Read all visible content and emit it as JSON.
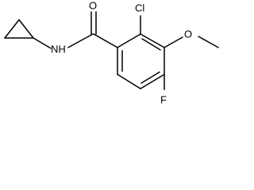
{
  "molecule": {
    "atoms": {
      "oxygen_carbonyl": "O",
      "nitrogen_amide": "NH",
      "chlorine": "Cl",
      "oxygen_methoxy": "O",
      "fluorine": "F"
    }
  }
}
